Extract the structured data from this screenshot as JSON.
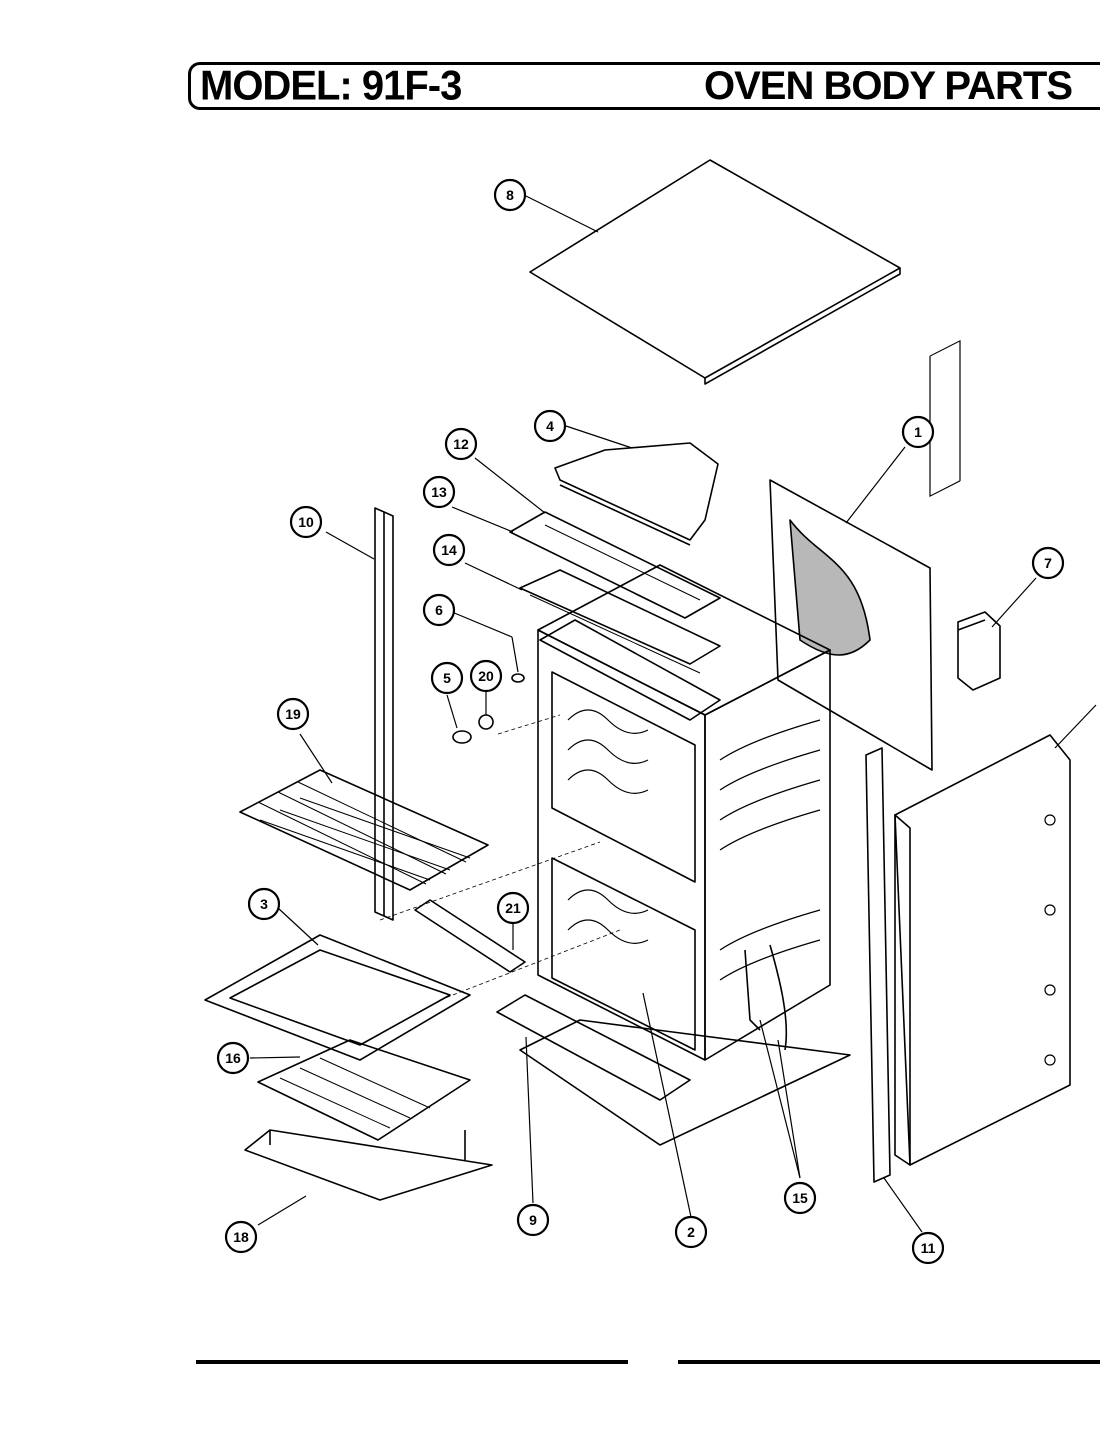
{
  "header": {
    "model": "MODEL: 91F-3",
    "title": "OVEN BODY PARTS"
  },
  "callouts": [
    "8",
    "4",
    "12",
    "13",
    "14",
    "6",
    "5",
    "20",
    "10",
    "19",
    "3",
    "21",
    "16",
    "18",
    "9",
    "2",
    "15",
    "11",
    "1",
    "7"
  ]
}
